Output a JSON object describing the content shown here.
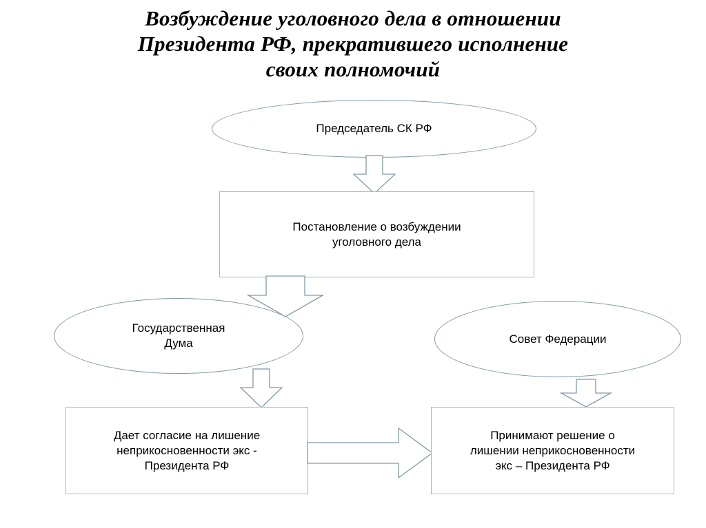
{
  "title": {
    "lines": [
      "Возбуждение уголовного дела в отношении",
      "Президента РФ, прекратившего исполнение",
      "своих полномочий"
    ]
  },
  "colors": {
    "background": "#ffffff",
    "shape_outline": "#7f9ba6",
    "rect_outline": "#9fb6bf",
    "shape_fill": "#ffffff",
    "text": "#000000"
  },
  "diagram": {
    "type": "flowchart",
    "nodes": {
      "chairman": {
        "shape": "ellipse",
        "label": "Председатель СК РФ"
      },
      "decree": {
        "shape": "rectangle",
        "label_lines": [
          "Постановление о возбуждении",
          "уголовного дела"
        ]
      },
      "state_duma": {
        "shape": "ellipse",
        "label_lines": [
          "Государственная",
          "Дума"
        ]
      },
      "federation_council": {
        "shape": "ellipse",
        "label": "Совет Федерации"
      },
      "duma_action": {
        "shape": "rectangle",
        "label_lines": [
          "Дает согласие на лишение",
          "неприкосновенности экс -",
          "Президента РФ"
        ]
      },
      "council_action": {
        "shape": "rectangle",
        "label_lines": [
          "Принимают решение о",
          "лишении неприкосновенности",
          "экс – Президента РФ"
        ]
      }
    },
    "connectors": [
      {
        "name": "chairman-to-decree",
        "direction": "down",
        "from": "chairman",
        "to": "decree"
      },
      {
        "name": "decree-to-state-duma",
        "direction": "down",
        "from": "decree",
        "to": "state_duma"
      },
      {
        "name": "state-duma-to-duma-action",
        "direction": "down",
        "from": "state_duma",
        "to": "duma_action"
      },
      {
        "name": "federation-council-to-council-action",
        "direction": "down",
        "from": "federation_council",
        "to": "council_action"
      },
      {
        "name": "duma-action-to-council-action",
        "direction": "right",
        "from": "duma_action",
        "to": "council_action"
      }
    ]
  }
}
